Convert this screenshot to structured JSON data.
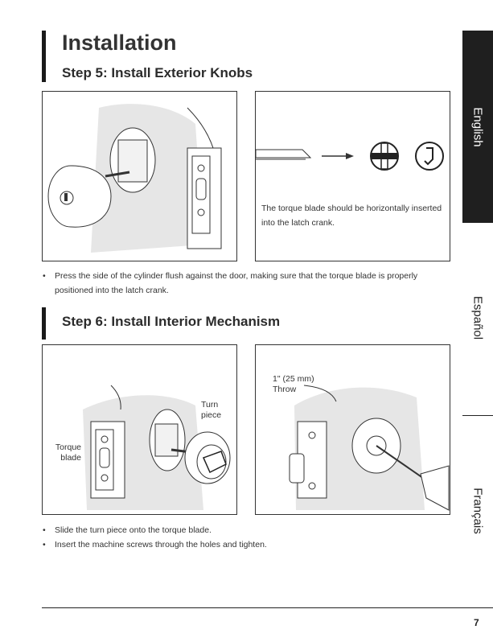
{
  "header": {
    "title": "Installation"
  },
  "step5": {
    "heading": "Step 5: Install Exterior Knobs",
    "caption": "The torque blade should be horizontally inserted into the latch crank.",
    "bullets": [
      "Press the side of the cylinder flush against the door, making sure that the torque blade is properly positioned into the latch crank."
    ]
  },
  "step6": {
    "heading": "Step 6: Install Interior Mechanism",
    "labels": {
      "turn_piece": "Turn piece",
      "torque_blade": "Torque blade",
      "throw": "1\" (25 mm) Throw"
    },
    "bullets": [
      "Slide the turn piece onto the torque blade.",
      "Insert the machine screws through the holes and tighten."
    ]
  },
  "side_tabs": [
    {
      "label": "English",
      "active": true
    },
    {
      "label": "Español",
      "active": false
    },
    {
      "label": "Français",
      "active": false
    }
  ],
  "footer": {
    "page_number": "7"
  }
}
